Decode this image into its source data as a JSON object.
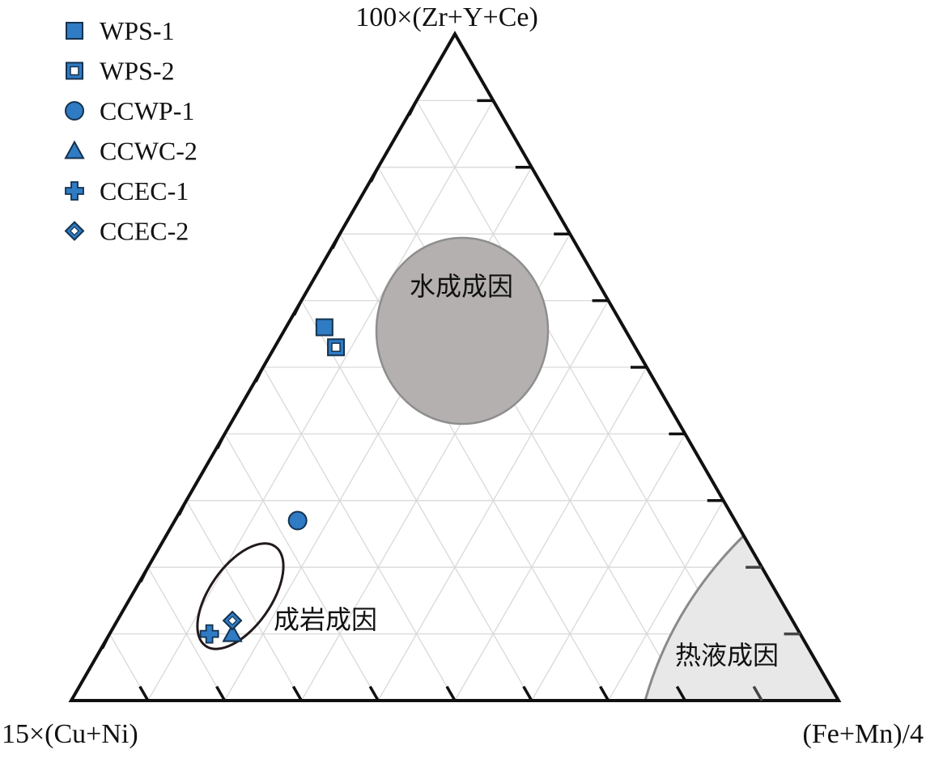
{
  "chart_data": {
    "type": "scatter",
    "subtype": "ternary",
    "axes": {
      "top": "100×(Zr+Y+Ce)",
      "left": "15×(Cu+Ni)",
      "right": "(Fe+Mn)/4"
    },
    "grid": true,
    "legend_position": "top-left",
    "colors": {
      "marker_fill": "#2f7bc4",
      "marker_stroke": "#14324f",
      "hydrogenous_fill": "#b5b0b0",
      "hydrothermal_fill": "#e8e8e8",
      "grid": "#d9d9d9"
    },
    "series": [
      {
        "name": "WPS-1",
        "marker": "square-filled",
        "points": [
          {
            "a": 56,
            "b": 39,
            "c": 5
          }
        ]
      },
      {
        "name": "WPS-2",
        "marker": "square-hollow",
        "points": [
          {
            "a": 53,
            "b": 39,
            "c": 8
          }
        ]
      },
      {
        "name": "CCWP-1",
        "marker": "circle",
        "points": [
          {
            "a": 27,
            "b": 57,
            "c": 16
          }
        ]
      },
      {
        "name": "CCWC-2",
        "marker": "triangle",
        "points": [
          {
            "a": 10,
            "b": 74,
            "c": 16
          }
        ]
      },
      {
        "name": "CCEC-1",
        "marker": "plus",
        "points": [
          {
            "a": 10,
            "b": 77,
            "c": 13
          }
        ]
      },
      {
        "name": "CCEC-2",
        "marker": "diamond-hollow",
        "points": [
          {
            "a": 12,
            "b": 73,
            "c": 15
          }
        ]
      }
    ],
    "regions": [
      {
        "label": "水成成因",
        "kind": "hydrogenous"
      },
      {
        "label": "成岩成因",
        "kind": "diagenetic"
      },
      {
        "label": "热液成因",
        "kind": "hydrothermal"
      }
    ]
  }
}
